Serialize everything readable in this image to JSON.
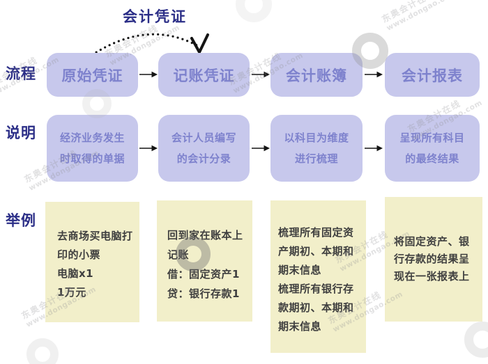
{
  "title": "会计凭证",
  "watermark": {
    "brand": "东奥会计在线",
    "site": "www.dongao.com"
  },
  "colors": {
    "heading_navy": "#2b2e87",
    "step_box_bg": "#c7c8ec",
    "step_box_text": "#7e82cd",
    "example_box_bg": "#f2efca",
    "example_text": "#3f3f3f",
    "arrow": "#141414"
  },
  "flow_row": {
    "label": "流程",
    "steps": [
      "原始凭证",
      "记账凭证",
      "会计账簿",
      "会计报表"
    ]
  },
  "desc_row": {
    "label": "说明",
    "steps": [
      "经济业务发生\n时取得的单据",
      "会计人员编写\n的会计分录",
      "以科目为维度\n进行梳理",
      "呈现所有科目\n的最终结果"
    ]
  },
  "example_row": {
    "label": "举例",
    "steps": [
      "去商场买电脑打\n印的小票\n电脑x1\n1万元",
      "回到家在账本上\n记账\n借：固定资产1\n贷：银行存款1",
      "梳理所有固定资\n产期初、本期和\n期末信息\n梳理所有银行存\n款期初、本期和\n期末信息",
      "将固定资产、银\n行存款的结果呈\n现在一张报表上"
    ]
  }
}
